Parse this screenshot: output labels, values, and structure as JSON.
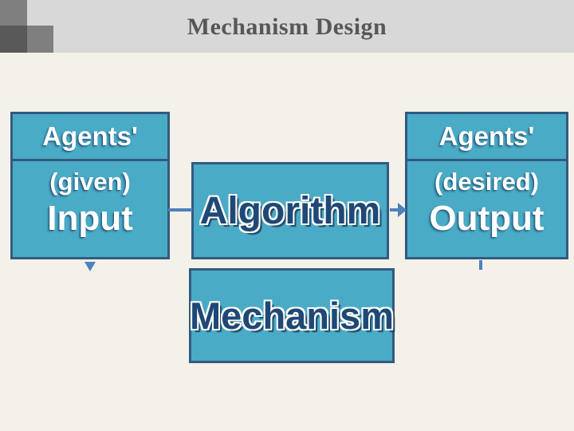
{
  "slide": {
    "title": "Mechanism Design"
  },
  "colors": {
    "background": "#f3f1e8",
    "header_band": "#d8d8d8",
    "square_gray": "#7f7f7f",
    "square_dark": "#595959",
    "title_text": "#575757",
    "box_fill": "#4aabc6",
    "box_border": "#335a80",
    "box_text_light": "#ffffff",
    "box_text_dark": "#1e4877",
    "connector": "#4f81bd"
  },
  "diagram": {
    "input_box": {
      "header": "Agents'",
      "qualifier": "(given)",
      "label": "Input"
    },
    "algorithm_box": {
      "label": "Algorithm"
    },
    "output_box": {
      "header": "Agents'",
      "qualifier": "(desired)",
      "label": "Output"
    },
    "mechanism_box": {
      "label": "Mechanism"
    }
  }
}
